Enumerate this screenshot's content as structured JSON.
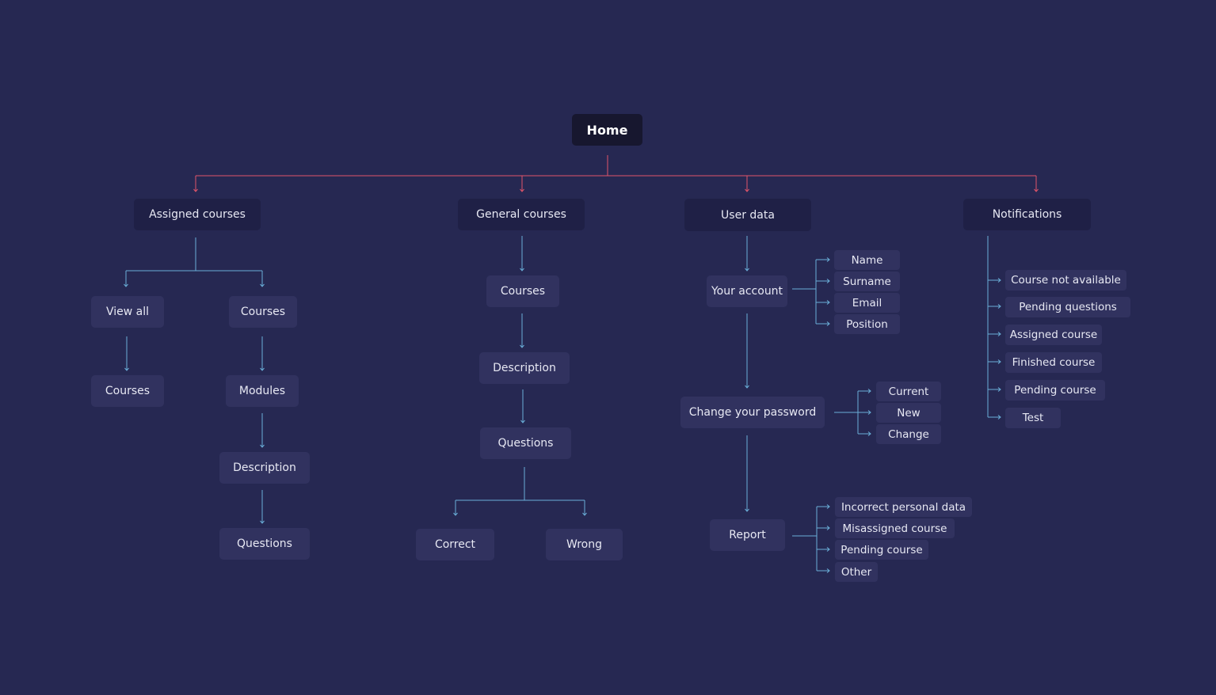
{
  "nodes": {
    "home": "Home",
    "assigned_courses": "Assigned courses",
    "assigned_view_all": "View all",
    "assigned_view_all_courses": "Courses",
    "assigned_courses_child": "Courses",
    "assigned_modules": "Modules",
    "assigned_description": "Description",
    "assigned_questions": "Questions",
    "general_courses": "General courses",
    "general_courses_child": "Courses",
    "general_description": "Description",
    "general_questions": "Questions",
    "general_correct": "Correct",
    "general_wrong": "Wrong",
    "user_data": "User data",
    "your_account": "Your account",
    "account_name": "Name",
    "account_surname": "Surname",
    "account_email": "Email",
    "account_position": "Position",
    "change_password": "Change your password",
    "password_current": "Current",
    "password_new": "New",
    "password_change": "Change",
    "report": "Report",
    "report_incorrect": "Incorrect personal data",
    "report_misassigned": "Misassigned course",
    "report_pending": "Pending course",
    "report_other": "Other",
    "notifications": "Notifications",
    "notif_not_available": "Course not available",
    "notif_pending_questions": "Pending questions",
    "notif_assigned": "Assigned course",
    "notif_finished": "Finished course",
    "notif_pending_course": "Pending course",
    "notif_test": "Test"
  },
  "colors": {
    "background": "#262852",
    "primary_connector": "#e0556a",
    "secondary_connector": "#6aaed8"
  }
}
